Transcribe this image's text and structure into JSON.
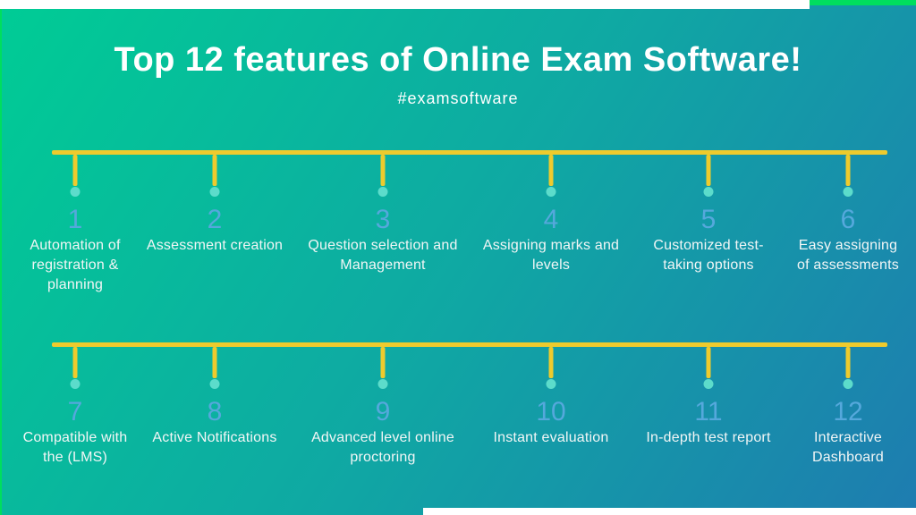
{
  "page": {
    "title": "Top 12 features of Online Exam Software!",
    "hashtag": "#examsoftware"
  },
  "colors": {
    "gradient_start": "#00CC95",
    "gradient_mid": "#0FA9A3",
    "gradient_end": "#1E7CB0",
    "accent_green": "#00DE5E",
    "timeline_yellow": "#EECB2D",
    "dot_aqua": "#5CDCCB",
    "number_blue": "#55A8DC",
    "label_white": "#F2F6F6",
    "canvas_white": "#FFFFFF"
  },
  "rows": [
    {
      "items": [
        {
          "number": "1",
          "label": "Automation of\nregistration &\nplanning"
        },
        {
          "number": "2",
          "label": "Assessment creation"
        },
        {
          "number": "3",
          "label": "Question selection and\nManagement"
        },
        {
          "number": "4",
          "label": "Assigning marks and\nlevels"
        },
        {
          "number": "5",
          "label": "Customized test-\ntaking options"
        },
        {
          "number": "6",
          "label": "Easy assigning\nof assessments"
        }
      ]
    },
    {
      "items": [
        {
          "number": "7",
          "label": "Compatible with\nthe (LMS)"
        },
        {
          "number": "8",
          "label": "Active Notifications"
        },
        {
          "number": "9",
          "label": "Advanced level online\nproctoring"
        },
        {
          "number": "10",
          "label": "Instant evaluation"
        },
        {
          "number": "11",
          "label": "In-depth test report"
        },
        {
          "number": "12",
          "label": "Interactive\nDashboard"
        }
      ]
    }
  ]
}
